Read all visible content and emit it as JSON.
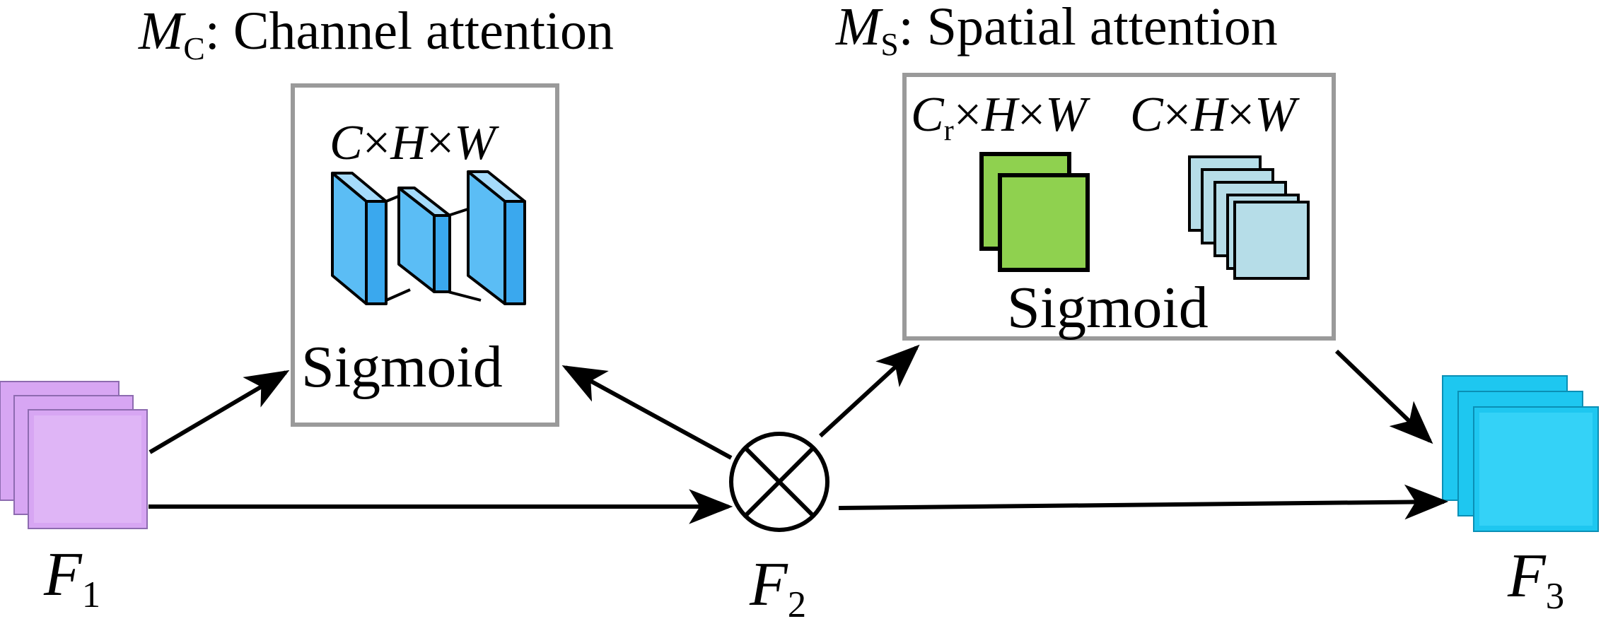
{
  "channel_module": {
    "title_symbol": "M",
    "title_sub": "C",
    "title_rest": ": Channel attention",
    "dims": {
      "c": "C",
      "h": "H",
      "w": "W",
      "times": "×"
    },
    "activation": "Sigmoid"
  },
  "spatial_module": {
    "title_symbol": "M",
    "title_sub": "S",
    "title_rest": ": Spatial attention",
    "dims_reduced": {
      "c": "C",
      "c_sub": "r",
      "h": "H",
      "w": "W",
      "times": "×"
    },
    "dims_full": {
      "c": "C",
      "h": "H",
      "w": "W",
      "times": "×"
    },
    "activation": "Sigmoid"
  },
  "features": [
    {
      "symbol": "F",
      "sub": "1"
    },
    {
      "symbol": "F",
      "sub": "2"
    },
    {
      "symbol": "F",
      "sub": "3"
    }
  ],
  "colors": {
    "f1": "#d7a6f3",
    "channel_blocks": "#5bbdf5",
    "spatial_reduced": "#8fd14f",
    "spatial_full": "#b6dde8",
    "f3": "#1ec7f0",
    "box_border": "#9a9a9a"
  }
}
